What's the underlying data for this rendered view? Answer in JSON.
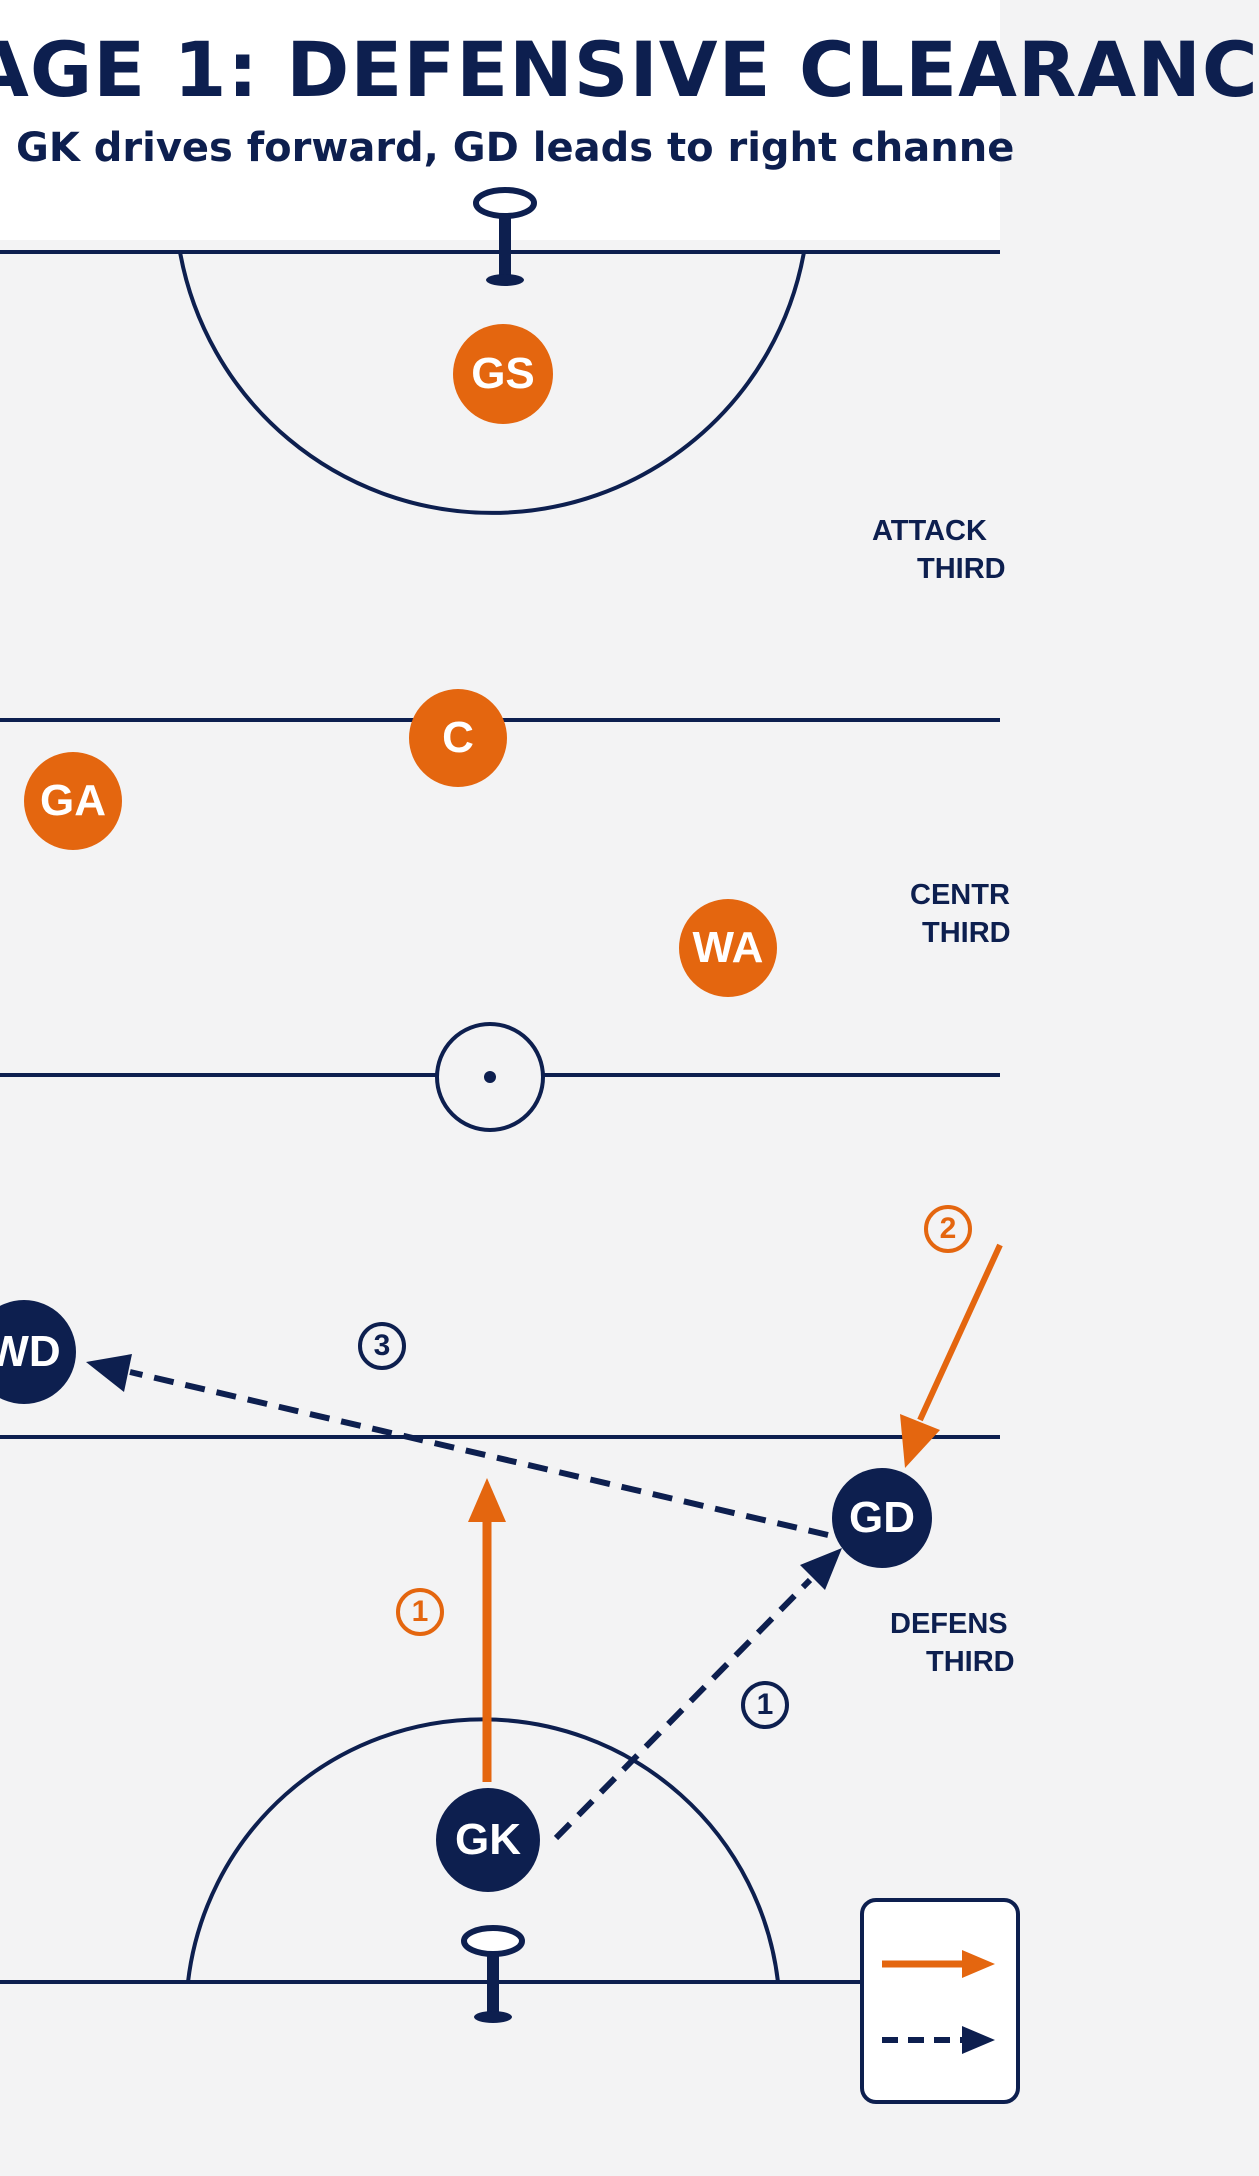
{
  "header": {
    "title": "AGE 1: DEFENSIVE CLEARANC",
    "subtitle": "GK drives forward, GD leads to right channe"
  },
  "zones": {
    "attacking": [
      "ATTACK",
      "THIRD"
    ],
    "centre": [
      "CENTR",
      "THIRD"
    ],
    "defensive": [
      "DEFENS",
      "THIRD"
    ]
  },
  "players": {
    "gs": "GS",
    "c": "C",
    "ga": "GA",
    "wa": "WA",
    "wd": "WD",
    "gd": "GD",
    "gk": "GK"
  },
  "steps": {
    "gk_run": "1",
    "gk_pass": "1",
    "gd_lead": "2",
    "gd_pass": "3"
  },
  "colors": {
    "attack": "#e4660f",
    "defence": "#0d1f4f",
    "court": "#f3f3f4",
    "lines": "#0d1f4f"
  },
  "legend": {
    "movement_icon": "orange-solid-arrow-icon",
    "pass_icon": "navy-dashed-arrow-icon"
  }
}
